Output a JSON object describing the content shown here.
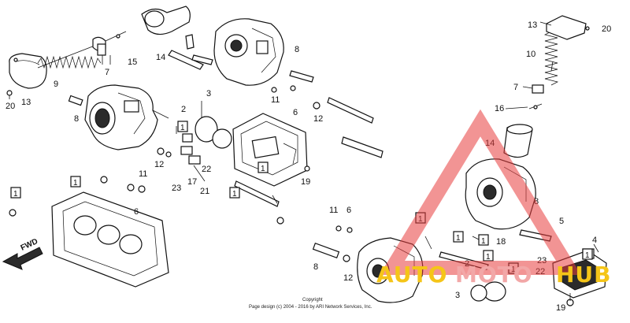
{
  "callouts": [
    {
      "id": "c13a",
      "label": "13"
    },
    {
      "id": "c20a",
      "label": "20"
    },
    {
      "id": "c9",
      "label": "9"
    },
    {
      "id": "c7a",
      "label": "7"
    },
    {
      "id": "c15",
      "label": "15"
    },
    {
      "id": "c14a",
      "label": "14"
    },
    {
      "id": "c8a",
      "label": "8"
    },
    {
      "id": "c8b",
      "label": "8"
    },
    {
      "id": "c11a",
      "label": "11"
    },
    {
      "id": "c6a",
      "label": "6"
    },
    {
      "id": "c12a",
      "label": "12"
    },
    {
      "id": "c2a",
      "label": "2"
    },
    {
      "id": "c3a",
      "label": "3"
    },
    {
      "id": "c11b",
      "label": "11"
    },
    {
      "id": "c12b",
      "label": "12"
    },
    {
      "id": "c23a",
      "label": "23"
    },
    {
      "id": "c17",
      "label": "17"
    },
    {
      "id": "c21",
      "label": "21"
    },
    {
      "id": "c22",
      "label": "22"
    },
    {
      "id": "c6b",
      "label": "6"
    },
    {
      "id": "c19a",
      "label": "19"
    },
    {
      "id": "c11c",
      "label": "11"
    },
    {
      "id": "c6c",
      "label": "6"
    },
    {
      "id": "c10",
      "label": "10"
    },
    {
      "id": "c13b",
      "label": "13"
    },
    {
      "id": "c20b",
      "label": "20"
    },
    {
      "id": "c7b",
      "label": "7"
    },
    {
      "id": "c16",
      "label": "16"
    },
    {
      "id": "c14b",
      "label": "14"
    },
    {
      "id": "c8c",
      "label": "8"
    },
    {
      "id": "c5",
      "label": "5"
    },
    {
      "id": "c18",
      "label": "18"
    },
    {
      "id": "c23b",
      "label": "23"
    },
    {
      "id": "c2b",
      "label": "2"
    },
    {
      "id": "c22b",
      "label": "22"
    },
    {
      "id": "c4",
      "label": "4"
    },
    {
      "id": "c3b",
      "label": "3"
    },
    {
      "id": "c19b",
      "label": "19"
    },
    {
      "id": "c12c",
      "label": "12"
    },
    {
      "id": "c8d",
      "label": "8"
    }
  ],
  "boxed_callouts": [
    {
      "id": "b1",
      "label": "1"
    },
    {
      "id": "b2",
      "label": "1"
    },
    {
      "id": "b3",
      "label": "1"
    },
    {
      "id": "b4",
      "label": "1"
    },
    {
      "id": "b5",
      "label": "1"
    },
    {
      "id": "b6",
      "label": "1"
    },
    {
      "id": "b7",
      "label": "1"
    },
    {
      "id": "b8",
      "label": "1"
    },
    {
      "id": "b9",
      "label": "1"
    },
    {
      "id": "b10",
      "label": "1"
    },
    {
      "id": "b11",
      "label": "1"
    }
  ],
  "fwd_label": "FWD",
  "watermark": {
    "part1": "AUTO",
    "part2": "MOTO",
    "part3": "HUB",
    "color_main": "#f5c518",
    "color_mid": "#f2a7a7",
    "triangle_color": "#e83c3c"
  },
  "copyright": {
    "line1": "Copyright",
    "line2": "Page design (c) 2004 - 2016 by ARI Network Services, Inc."
  }
}
